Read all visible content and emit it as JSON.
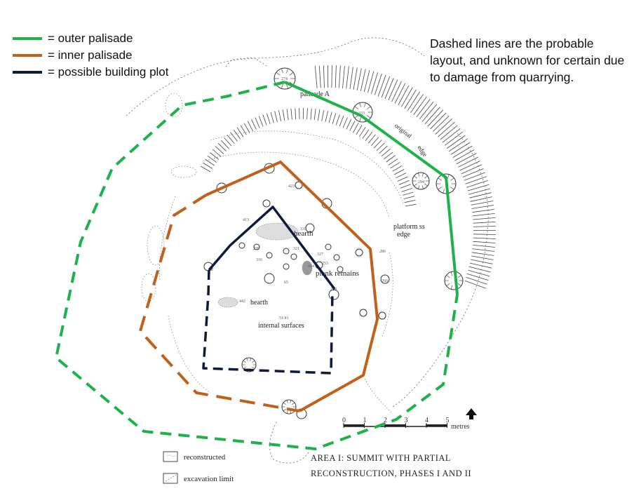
{
  "legend": {
    "items": [
      {
        "label": "= outer palisade",
        "color": "#1db34a"
      },
      {
        "label": "= inner palisade",
        "color": "#c0601a"
      },
      {
        "label": "= possible building plot",
        "color": "#0f1a3c"
      }
    ]
  },
  "note": {
    "text": "Dashed lines are the probable layout, and unknown for certain due to damage from quarrying."
  },
  "map": {
    "labels": {
      "palisade_a": "palisade A",
      "original_edge_1": "original",
      "original_edge_2": "edge",
      "platform_edge_1": "platform ss",
      "platform_edge_2": "edge",
      "hearth_upper": "hearth",
      "plank_remains": "plank remains",
      "hearth_lower": "hearth",
      "internal_surfaces": "internal surfaces"
    },
    "scale": {
      "ticks": [
        "0",
        "1",
        "2",
        "3",
        "4",
        "5"
      ],
      "unit": "metres"
    },
    "title_line1": "AREA I: SUMMIT WITH PARTIAL",
    "title_line2": "RECONSTRUCTION, PHASES I AND II",
    "key": {
      "reconstructed": "reconstructed",
      "excavation_limit": "excavation limit"
    },
    "post_numbers": [
      "274",
      "333",
      "294",
      "423",
      "224",
      "65",
      "286",
      "260",
      "413",
      "337",
      "321",
      "327",
      "239",
      "316",
      "414",
      "253",
      "442",
      "51/41",
      "52"
    ]
  },
  "colors": {
    "outer": "#1db34a",
    "inner": "#c0601a",
    "building": "#0f1a3c",
    "sketch": "#555555"
  }
}
